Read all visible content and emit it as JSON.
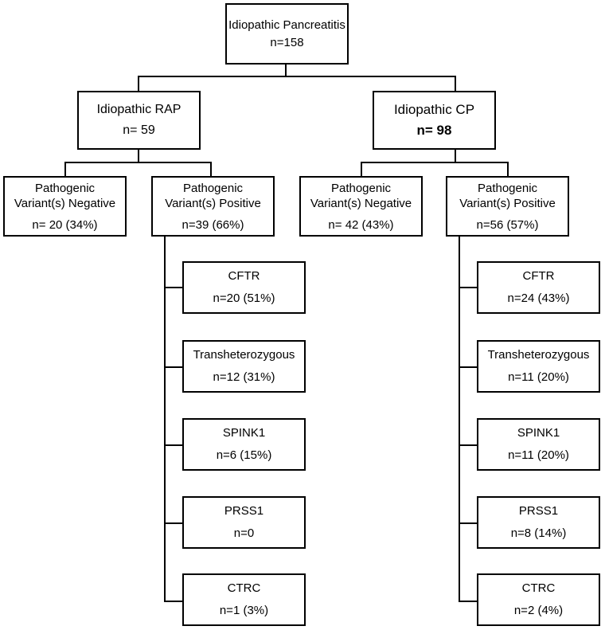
{
  "root": {
    "title": "Idiopathic Pancreatitis",
    "count": "n=158"
  },
  "rap": {
    "title": "Idiopathic RAP",
    "count": "n= 59",
    "negative": {
      "line1": "Pathogenic",
      "line2": "Variant(s)  Negative",
      "count": "n= 20  (34%)"
    },
    "positive": {
      "line1": "Pathogenic",
      "line2": "Variant(s)  Positive",
      "count": "n=39  (66%)"
    },
    "genes": [
      {
        "name": "CFTR",
        "count": "n=20  (51%)"
      },
      {
        "name": "Transheterozygous",
        "count": "n=12  (31%)"
      },
      {
        "name": "SPINK1",
        "count": "n=6  (15%)"
      },
      {
        "name": "PRSS1",
        "count": "n=0"
      },
      {
        "name": "CTRC",
        "count": "n=1  (3%)"
      }
    ]
  },
  "cp": {
    "title": "Idiopathic  CP",
    "count": "n= 98",
    "negative": {
      "line1": "Pathogenic",
      "line2": "Variant(s)  Negative",
      "count": "n= 42  (43%)"
    },
    "positive": {
      "line1": "Pathogenic",
      "line2": "Variant(s)  Positive",
      "count": "n=56  (57%)"
    },
    "genes": [
      {
        "name": "CFTR",
        "count": "n=24  (43%)"
      },
      {
        "name": "Transheterozygous",
        "count": "n=11  (20%)"
      },
      {
        "name": "SPINK1",
        "count": "n=11  (20%)"
      },
      {
        "name": "PRSS1",
        "count": "n=8  (14%)"
      },
      {
        "name": "CTRC",
        "count": "n=2  (4%)"
      }
    ]
  }
}
